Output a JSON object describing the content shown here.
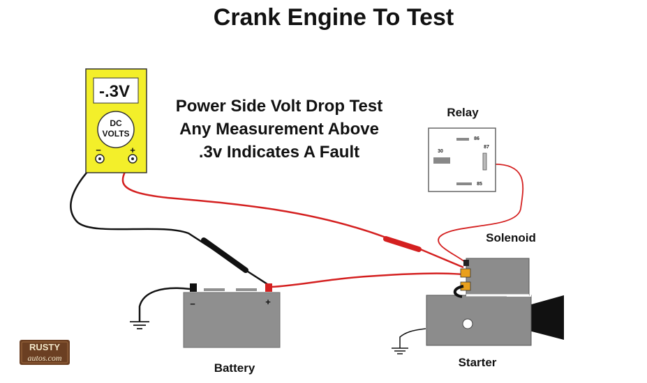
{
  "title": "Crank Engine To Test",
  "caption": {
    "line1": "Power Side Volt Drop Test",
    "line2": "Any Measurement Above",
    "line3": ".3v Indicates A Fault"
  },
  "meter": {
    "reading": "-.3V",
    "mode_line1": "DC",
    "mode_line2": "VOLTS",
    "neg_symbol": "−",
    "pos_symbol": "+"
  },
  "relay": {
    "label": "Relay",
    "pins": [
      "86",
      "87",
      "30",
      "85"
    ]
  },
  "solenoid": {
    "label": "Solenoid"
  },
  "starter": {
    "label": "Starter"
  },
  "battery": {
    "label": "Battery",
    "neg_symbol": "−",
    "pos_symbol": "+"
  },
  "logo": {
    "line1": "RUSTY",
    "line2": "autos.com"
  },
  "colors": {
    "red_lead": "#d42020",
    "black_lead": "#111111",
    "meter_body": "#f3ef2a",
    "battery": "#8f8f8f",
    "starter": "#8c8c8c",
    "relay_border": "#666666"
  }
}
